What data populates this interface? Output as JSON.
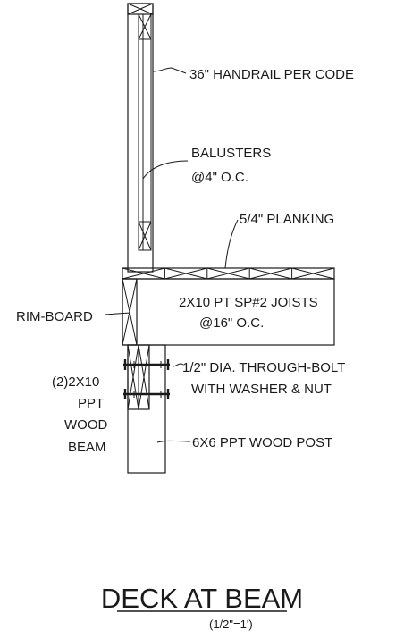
{
  "drawing": {
    "title": "DECK AT BEAM",
    "scale": "(1/2\"=1')",
    "callouts": {
      "handrail": "36\" HANDRAIL PER CODE",
      "balusters_line1": "BALUSTERS",
      "balusters_line2": "@4\" O.C.",
      "planking": "5/4\" PLANKING",
      "joists_line1": "2X10 PT SP#2 JOISTS",
      "joists_line2": "@16\" O.C.",
      "rim_board": "RIM-BOARD",
      "through_bolt_line1": "1/2\" DIA. THROUGH-BOLT",
      "through_bolt_line2": "WITH WASHER & NUT",
      "beam_line1": "(2)2X10",
      "beam_line2": "PPT",
      "beam_line3": "WOOD",
      "beam_line4": "BEAM",
      "post": "6X6 PPT WOOD POST"
    }
  }
}
